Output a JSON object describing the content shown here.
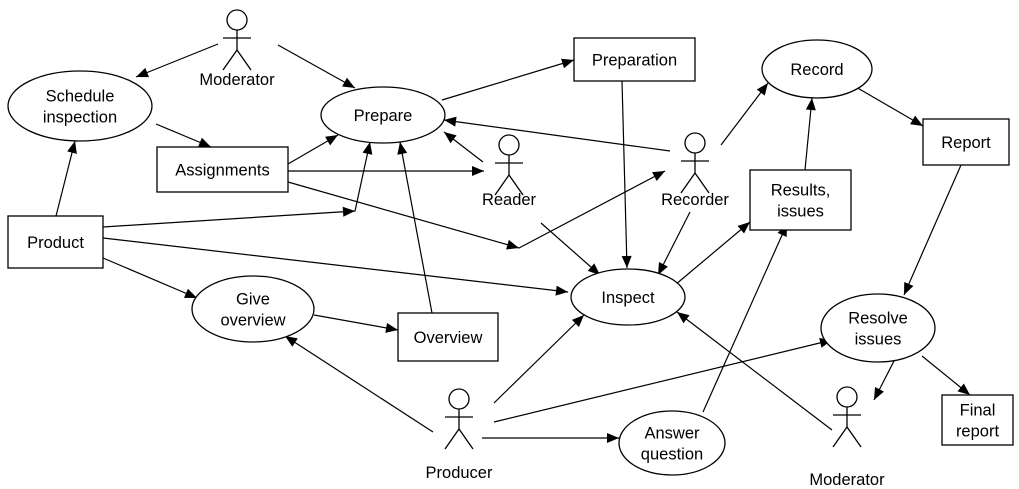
{
  "diagram": {
    "nodes": {
      "moderator_top": {
        "kind": "actor",
        "lines": [
          "Moderator"
        ]
      },
      "schedule_inspection": {
        "kind": "process",
        "lines": [
          "Schedule",
          "inspection"
        ]
      },
      "prepare": {
        "kind": "process",
        "lines": [
          "Prepare"
        ]
      },
      "preparation": {
        "kind": "artifact",
        "lines": [
          "Preparation"
        ]
      },
      "record": {
        "kind": "process",
        "lines": [
          "Record"
        ]
      },
      "assignments": {
        "kind": "artifact",
        "lines": [
          "Assignments"
        ]
      },
      "reader": {
        "kind": "actor",
        "lines": [
          "Reader"
        ]
      },
      "recorder": {
        "kind": "actor",
        "lines": [
          "Recorder"
        ]
      },
      "results_issues": {
        "kind": "artifact",
        "lines": [
          "Results,",
          "issues"
        ]
      },
      "report": {
        "kind": "artifact",
        "lines": [
          "Report"
        ]
      },
      "product": {
        "kind": "artifact",
        "lines": [
          "Product"
        ]
      },
      "inspect": {
        "kind": "process",
        "lines": [
          "Inspect"
        ]
      },
      "give_overview": {
        "kind": "process",
        "lines": [
          "Give",
          "overview"
        ]
      },
      "overview": {
        "kind": "artifact",
        "lines": [
          "Overview"
        ]
      },
      "resolve_issues": {
        "kind": "process",
        "lines": [
          "Resolve",
          "issues"
        ]
      },
      "producer": {
        "kind": "actor",
        "lines": [
          "Producer"
        ]
      },
      "answer_question": {
        "kind": "process",
        "lines": [
          "Answer",
          "question"
        ]
      },
      "moderator_bottom": {
        "kind": "actor",
        "lines": [
          "Moderator"
        ]
      },
      "final_report": {
        "kind": "artifact",
        "lines": [
          "Final",
          "report"
        ]
      }
    },
    "edges": [
      {
        "from": "moderator_top",
        "to": "schedule_inspection"
      },
      {
        "from": "moderator_top",
        "to": "prepare"
      },
      {
        "from": "schedule_inspection",
        "to": "assignments"
      },
      {
        "from": "product",
        "to": "schedule_inspection"
      },
      {
        "from": "assignments",
        "to": "prepare"
      },
      {
        "from": "assignments",
        "to": "reader"
      },
      {
        "from": "assignments",
        "to": "recorder"
      },
      {
        "from": "product",
        "to": "prepare"
      },
      {
        "from": "overview",
        "to": "prepare"
      },
      {
        "from": "reader",
        "to": "prepare"
      },
      {
        "from": "recorder",
        "to": "prepare"
      },
      {
        "from": "prepare",
        "to": "preparation"
      },
      {
        "from": "preparation",
        "to": "inspect"
      },
      {
        "from": "reader",
        "to": "inspect"
      },
      {
        "from": "recorder",
        "to": "inspect"
      },
      {
        "from": "product",
        "to": "inspect"
      },
      {
        "from": "product",
        "to": "give_overview"
      },
      {
        "from": "give_overview",
        "to": "overview"
      },
      {
        "from": "producer",
        "to": "give_overview"
      },
      {
        "from": "producer",
        "to": "inspect"
      },
      {
        "from": "producer",
        "to": "resolve_issues"
      },
      {
        "from": "producer",
        "to": "answer_question"
      },
      {
        "from": "answer_question",
        "to": "results_issues"
      },
      {
        "from": "inspect",
        "to": "results_issues"
      },
      {
        "from": "results_issues",
        "to": "record"
      },
      {
        "from": "recorder",
        "to": "record"
      },
      {
        "from": "record",
        "to": "report"
      },
      {
        "from": "report",
        "to": "resolve_issues"
      },
      {
        "from": "resolve_issues",
        "to": "moderator_bottom"
      },
      {
        "from": "resolve_issues",
        "to": "final_report"
      },
      {
        "from": "moderator_bottom",
        "to": "inspect"
      }
    ]
  }
}
